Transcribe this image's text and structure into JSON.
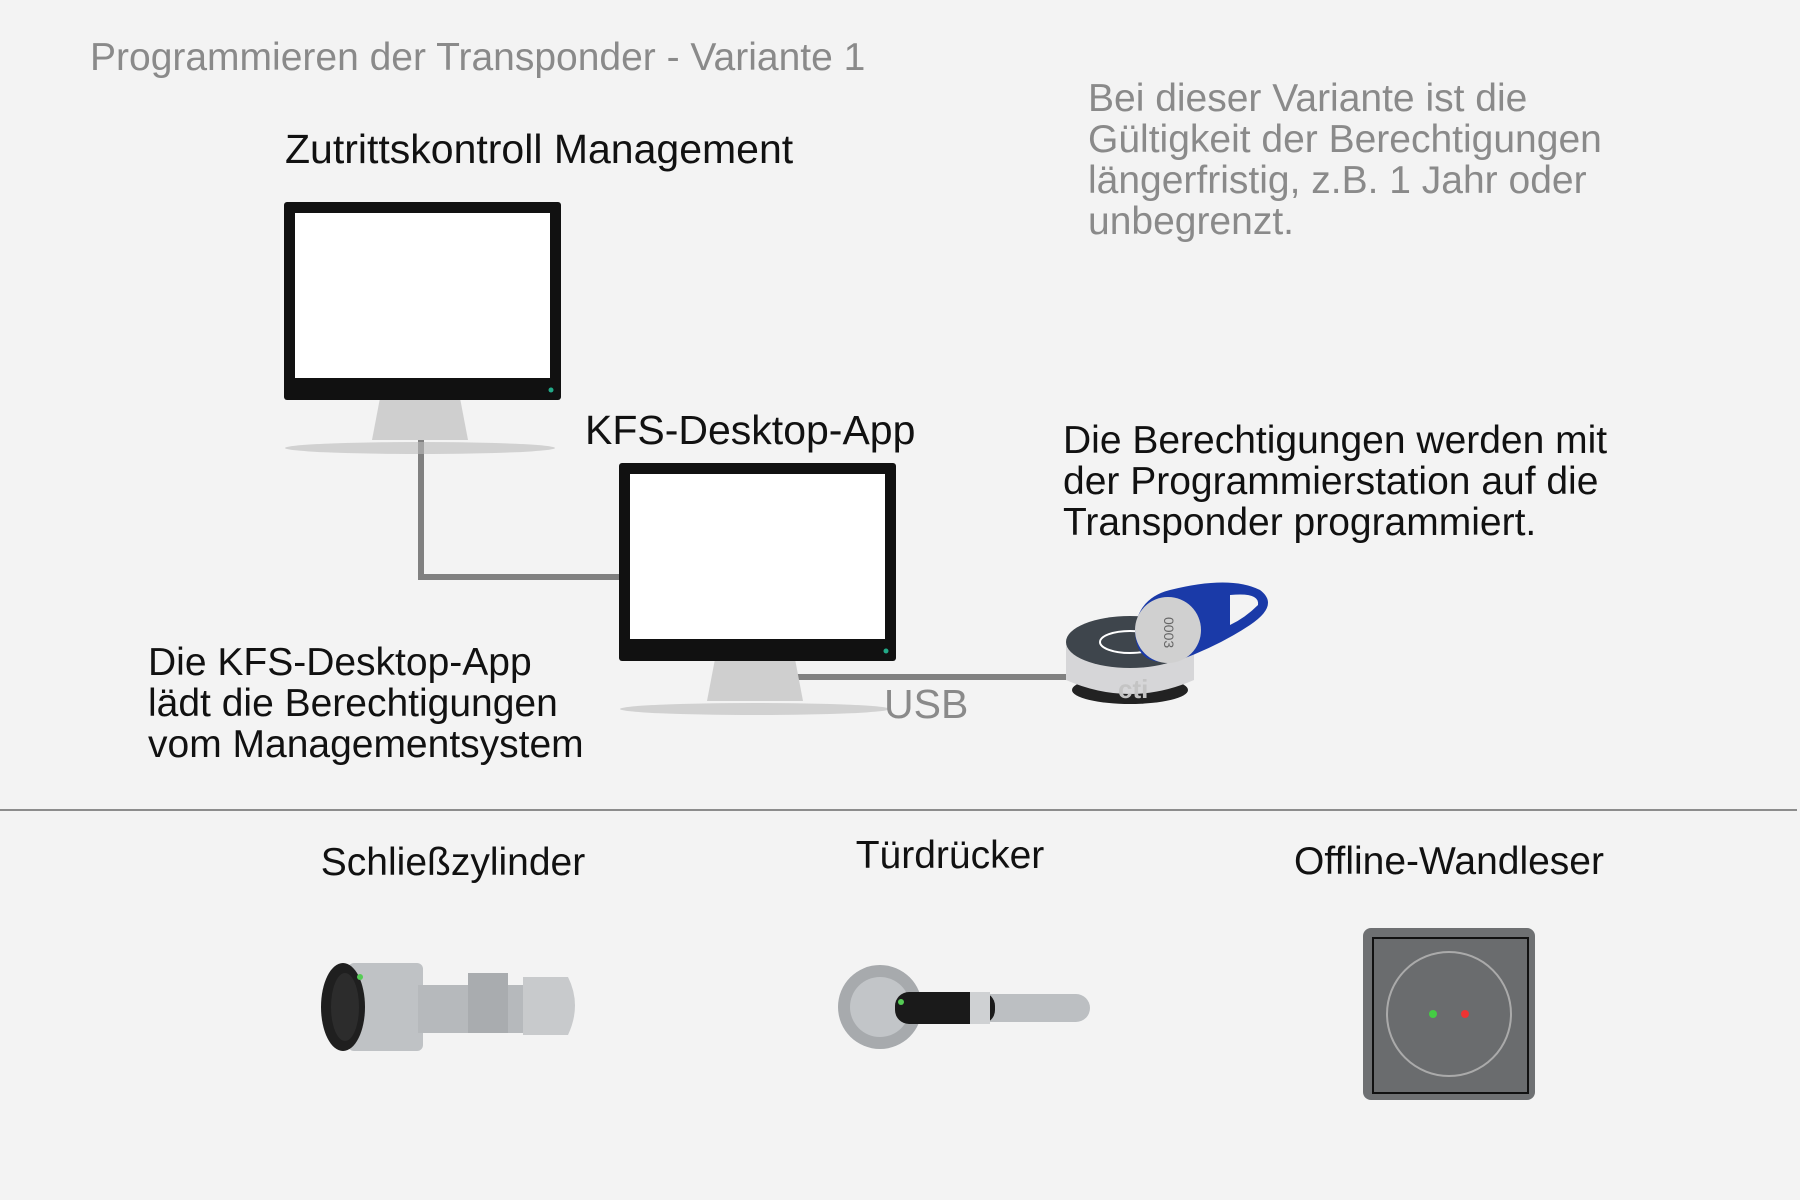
{
  "title": "Programmieren der Transponder - Variante 1",
  "note_lines": [
    "Bei dieser Variante ist die",
    "Gültigkeit der Berechtigungen",
    "längerfristig, z.B. 1 Jahr oder",
    "unbegrenzt."
  ],
  "management_label": "Zutrittskontroll Management",
  "desktop_app_label": "KFS-Desktop-App",
  "station_text_lines": [
    "Die Berechtigungen werden mit",
    "der Programmierstation auf die",
    "Transponder programmiert."
  ],
  "desktop_text_lines": [
    "Die KFS-Desktop-App",
    "lädt die Berechtigungen",
    "vom Managementsystem"
  ],
  "usb_label": "USB",
  "transponder_number": "0003",
  "station_brand": "cti",
  "devices": [
    {
      "label": "Schließzylinder"
    },
    {
      "label": "Türdrücker"
    },
    {
      "label": "Offline-Wandleser"
    }
  ],
  "colors": {
    "background": "#f3f3f3",
    "line": "#808080",
    "transponder": "#1a3aa8"
  }
}
